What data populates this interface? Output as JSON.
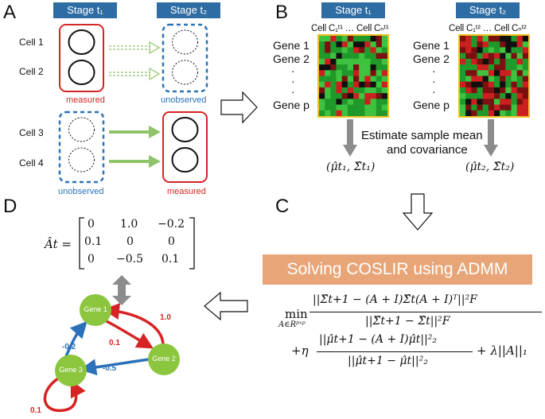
{
  "panels": {
    "a": "A",
    "b": "B",
    "c": "C",
    "d": "D"
  },
  "panel_a": {
    "stage1": "Stage t₁",
    "stage2": "Stage t₂",
    "cells": [
      "Cell 1",
      "Cell 2",
      "Cell 3",
      "Cell 4"
    ],
    "measured_top": "measured",
    "unobserved_top": "unobserved",
    "unobserved_bottom": "unobserved",
    "measured_bottom": "measured"
  },
  "panel_b": {
    "stage1": "Stage t₁",
    "stage2": "Stage t₂",
    "left_header": "Cell C₁ᵗ¹ … Cell Cₙᵗ¹",
    "right_header": "Cell C₁ᵗ² … Cell Cₙᵗ²",
    "genes": [
      "Gene 1",
      "Gene 2",
      "·",
      "·",
      "·",
      "Gene p"
    ],
    "estimate_line1": "Estimate sample mean",
    "estimate_line2": "and covariance",
    "left_est": "(μ̂t₁, Σ̂t₁)",
    "right_est": "(μ̂t₂, Σ̂t₂)"
  },
  "panel_c": {
    "title": "Solving COSLIR using ADMM",
    "min_label": "min",
    "min_sub": "A∈Rᵖˣᵖ",
    "num1": "||Σ̂t+1 − (A + I)Σ̂t(A + I)ᵀ||²F",
    "den1": "||Σ̂t+1 − Σ̂t||²F",
    "plus_eta": "+η",
    "num2": "||μ̂t+1 − (A + I)μ̂t||²₂",
    "den2": "||μ̂t+1 − μ̂t||²₂",
    "lambda_term": "+ λ||A||₁"
  },
  "panel_d": {
    "lhs": "Ât =",
    "matrix": [
      [
        "0",
        "1.0",
        "−0.2"
      ],
      [
        "0.1",
        "0",
        "0"
      ],
      [
        "0",
        "−0.5",
        "0.1"
      ]
    ],
    "nodes": [
      "Gene 1",
      "Gene 2",
      "Gene 3"
    ],
    "edges": [
      {
        "label": "1.0",
        "color": "#d62424"
      },
      {
        "label": "0.1",
        "color": "#d62424"
      },
      {
        "label": "-0.2",
        "color": "#2b72b8"
      },
      {
        "label": "-0.5",
        "color": "#2b72b8"
      },
      {
        "label": "0.1",
        "color": "#d62424"
      }
    ]
  },
  "colors": {
    "stage_blue": "#2e6da4",
    "measured_red": "#d62424",
    "unobserved_blue": "#2b72b8",
    "arrow_green": "#8fc46a",
    "admm_orange": "#e8a578",
    "node_green": "#8cc63f",
    "grey_arrow": "#8c8c8c"
  }
}
